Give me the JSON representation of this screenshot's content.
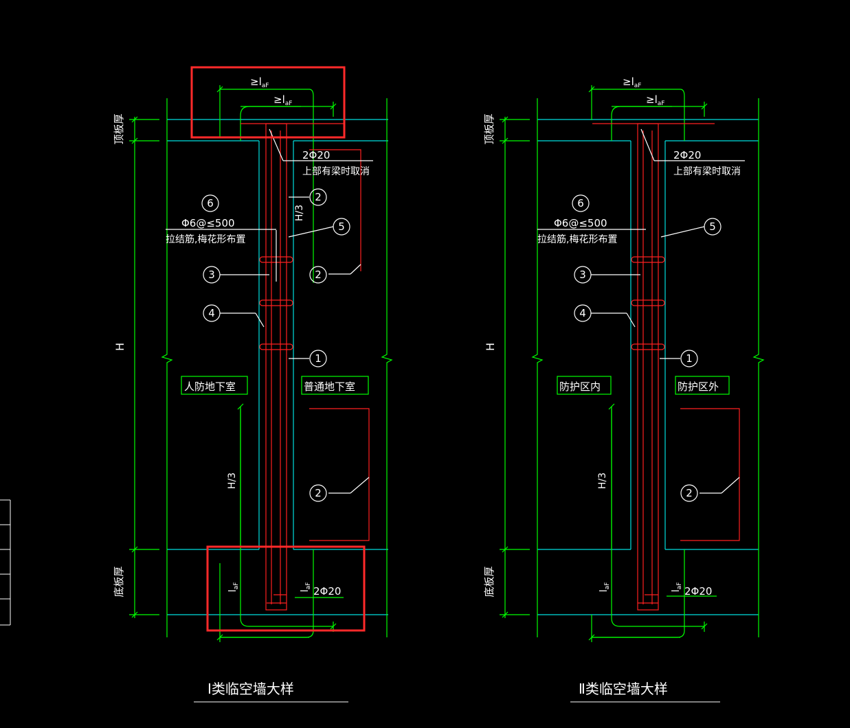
{
  "colors": {
    "background": "#000000",
    "dimension": "#00ff00",
    "rebar": "#ff2020",
    "outline": "#00e0e0",
    "text": "#ffffff",
    "highlight": "#ff2a2a",
    "leader": "#ffffff"
  },
  "left_detail": {
    "title": "Ⅰ类临空墙大样",
    "label_top_thick": "顶板厚",
    "label_bottom_thick": "底板厚",
    "label_height": "H",
    "label_h3_upper": "H/3",
    "label_h3_lower": "H/3",
    "anchor_top_outer": "≥l",
    "anchor_top_inner": "≥l",
    "anchor_sub": "aF",
    "anchor_bottom_left": "l",
    "anchor_bottom_right": "l",
    "top_rebar": "2Φ20",
    "top_rebar_note": "上部有梁时取消",
    "bottom_rebar": "2Φ20",
    "tie_spec": "Φ6@≤500",
    "tie_note": "拉结筋,梅花形布置",
    "room_left": "人防地下室",
    "room_right": "普通地下室",
    "callouts": [
      "1",
      "2",
      "2",
      "2",
      "3",
      "4",
      "5",
      "6"
    ]
  },
  "right_detail": {
    "title": "Ⅱ类临空墙大样",
    "label_top_thick": "顶板厚",
    "label_bottom_thick": "底板厚",
    "label_height": "H",
    "label_h3_lower": "H/3",
    "anchor_top_outer": "≥l",
    "anchor_top_inner": "≥l",
    "anchor_sub": "aF",
    "anchor_bottom_left": "l",
    "anchor_bottom_right": "l",
    "top_rebar": "2Φ20",
    "top_rebar_note": "上部有梁时取消",
    "bottom_rebar": "2Φ20",
    "tie_spec": "Φ6@≤500",
    "tie_note": "拉结筋,梅花形布置",
    "room_left": "防护区内",
    "room_right": "防护区外",
    "callouts": [
      "1",
      "2",
      "3",
      "4",
      "5",
      "6"
    ]
  }
}
